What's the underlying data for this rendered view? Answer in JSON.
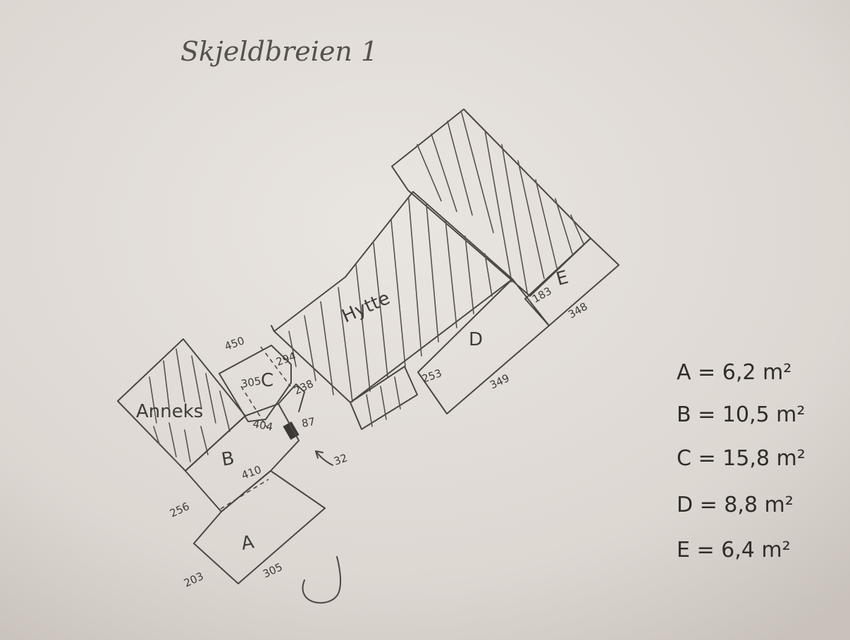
{
  "title": "Skjeldbreien 1",
  "rooms": {
    "anneks": "Anneks",
    "hytte": "Hytte",
    "a": "A",
    "b": "B",
    "c": "C",
    "d": "D",
    "e": "E"
  },
  "dimensions": {
    "d450": "450",
    "d294": "294",
    "d305c": "305",
    "d238": "238",
    "d404": "404",
    "d87": "87",
    "d32": "32",
    "d410": "410",
    "d256": "256",
    "d203": "203",
    "d305a": "305",
    "d253": "253",
    "d349": "349",
    "d183": "183",
    "d348": "348"
  },
  "areas": [
    "A = 6,2 m²",
    "B = 10,5 m²",
    "C = 15,8 m²",
    "D = 8,8 m²",
    "E = 6,4 m²"
  ]
}
